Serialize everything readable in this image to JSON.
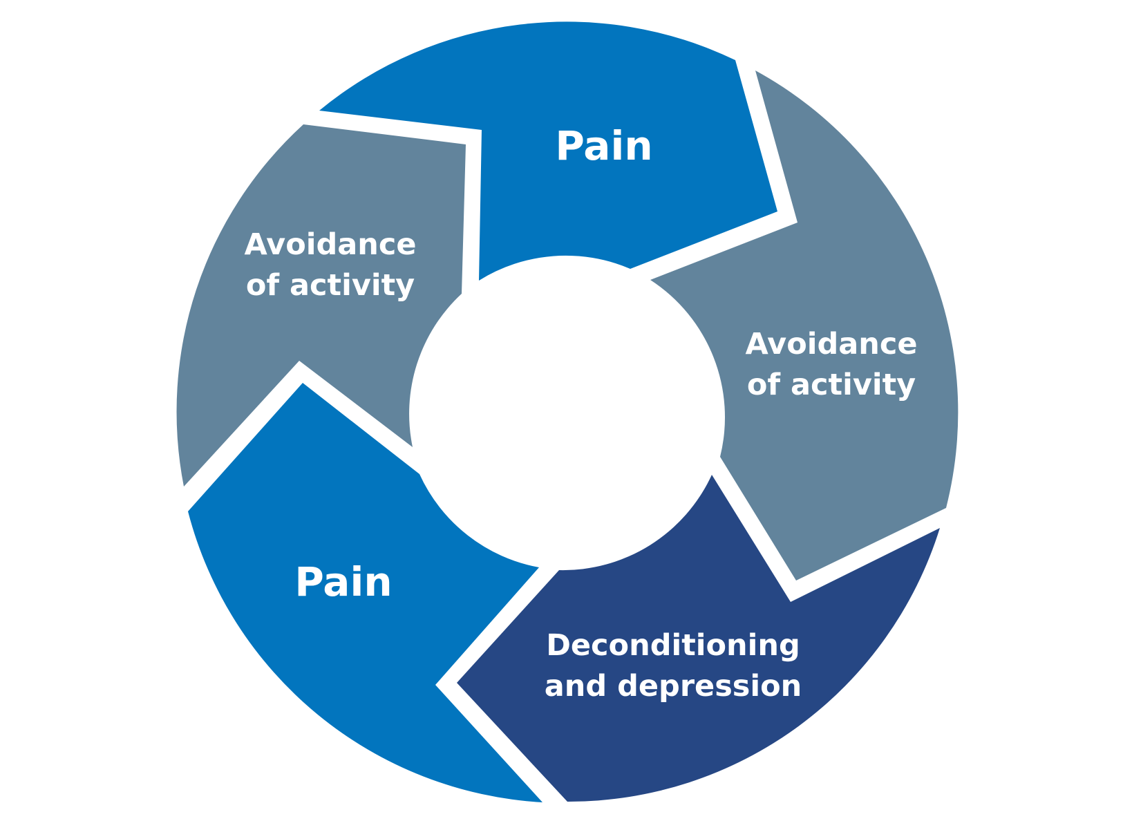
{
  "diagram": {
    "segments": [
      {
        "id": "pain-top",
        "lines": [
          "Pain"
        ],
        "color": "#0275BE"
      },
      {
        "id": "avoidance-right",
        "lines": [
          "Avoidance",
          "of activity"
        ],
        "color": "#62849C"
      },
      {
        "id": "deconditioning",
        "lines": [
          "Deconditioning",
          "and depression"
        ],
        "color": "#264784"
      },
      {
        "id": "pain-bottom",
        "lines": [
          "Pain"
        ],
        "color": "#0275BE"
      },
      {
        "id": "avoidance-left",
        "lines": [
          "Avoidance",
          "of activity"
        ],
        "color": "#62849C"
      }
    ]
  }
}
